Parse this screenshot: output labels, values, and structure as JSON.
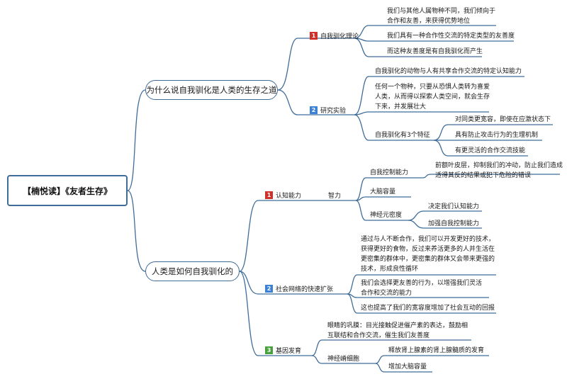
{
  "root": {
    "label": "【楠悦读】《友者生存》"
  },
  "branches": [
    {
      "label": "为什么说自我驯化是人类的生存之道",
      "children": [
        {
          "num": "1",
          "label": "自我驯化理论",
          "items": [
            "我们与其他人属物种不同，我们倾向于合作和友善，来获得优势地位",
            "我们具有一种合作性交流的特定类型的友善度",
            "而这种友善度是有自我驯化而产生"
          ]
        },
        {
          "num": "2",
          "label": "研究实验",
          "items": [
            "自我驯化的动物与人有共享合作交流的特定认知能力",
            "任何一个物种，只要从恐惧人类转为喜爱人类，从而得以探索人类空间，就会生存下来，并发展壮大"
          ],
          "sub": {
            "label": "自我驯化有3个特征",
            "items": [
              "对同类更宽容，即使在应激状态下",
              "具有防止攻击行为的生理机制",
              "有更灵活的合作交流技能"
            ]
          }
        }
      ]
    },
    {
      "label": "人类是如何自我驯化的",
      "children": [
        {
          "num": "1",
          "label": "认知能力",
          "sub_label": "智力",
          "control": {
            "label": "自我控制能力",
            "detail": "前额叶皮层，抑制我们的冲动，防止我们造成适得其反的结果或犯下危险的错误"
          },
          "brain": "大脑容量",
          "neuron": {
            "label": "神经元密度",
            "items": [
              "决定我们认知能力",
              "加强自我控制能力"
            ]
          }
        },
        {
          "num": "2",
          "label": "社会网络的快速扩张",
          "items": [
            "通过与人不断合作，我们可以开发更好的技术，获得更好的食物，反过来养活更多的人并生活在更密集的群体中，更密集的群体又会带来更强的技术，形成良性循环",
            "我们会选择更友善的行为，以增强我们灵活合作和交流的能力",
            "这也提高了我们的宽容度增加了社会互动的回报"
          ]
        },
        {
          "num": "3",
          "label": "基因发育",
          "items": [
            "眼睛的巩膜：目光接触促进催产素的表达，鼓励相互联结和合作交流，催生我们友善度"
          ],
          "sub": {
            "label": "神经嵴细胞",
            "items": [
              "释放肾上腺素的肾上腺髓质的发育",
              "增加大脑容量"
            ]
          }
        }
      ]
    }
  ],
  "colors": {
    "line": "#3f6d99",
    "badge_red": "#d0302a",
    "badge_blue": "#3b82d6",
    "badge_green": "#48a23c"
  }
}
